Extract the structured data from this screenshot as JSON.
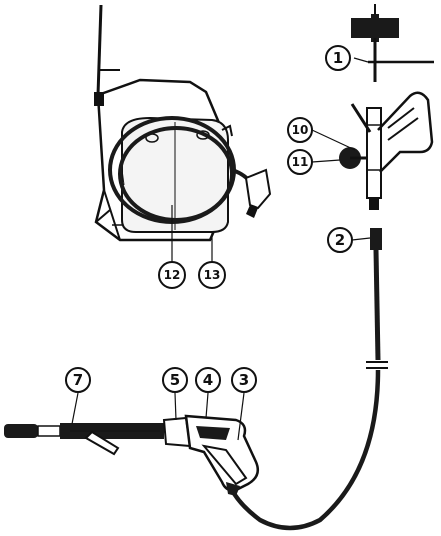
{
  "callouts": [
    {
      "id": "1",
      "label": "1"
    },
    {
      "id": "2",
      "label": "2"
    },
    {
      "id": "3",
      "label": "3"
    },
    {
      "id": "4",
      "label": "4"
    },
    {
      "id": "5",
      "label": "5"
    },
    {
      "id": "7",
      "label": "7"
    },
    {
      "id": "10",
      "label": "10"
    },
    {
      "id": "11",
      "label": "11"
    },
    {
      "id": "12",
      "label": "12"
    },
    {
      "id": "13",
      "label": "13"
    }
  ],
  "colors": {
    "ink": "#111111",
    "paper": "#ffffff",
    "tank_fill": "#f4f4f4",
    "hose_dark": "#1a1a1a"
  }
}
